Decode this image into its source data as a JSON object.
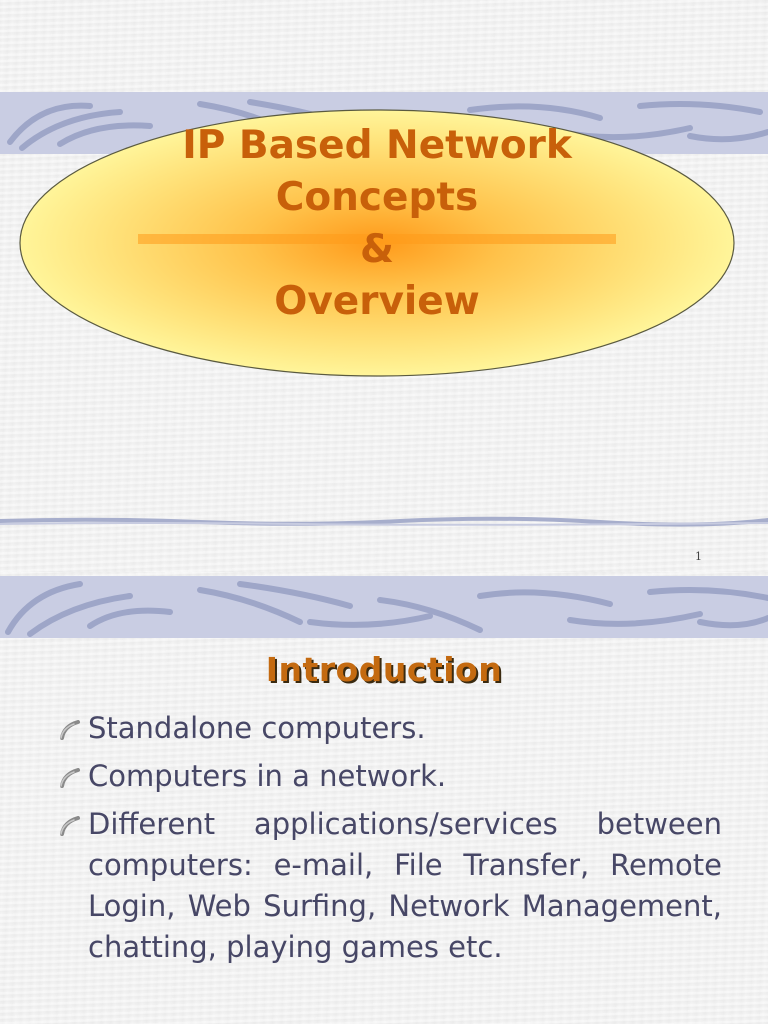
{
  "slide1": {
    "title_lines": [
      "IP Based Network",
      "Concepts",
      "&",
      "Overview"
    ],
    "page_number": "1",
    "colors": {
      "title": "#c8600a",
      "ellipse_outer": "#fff59a",
      "ellipse_inner": "#ff9a1a",
      "decoration": "#aab1d0"
    }
  },
  "slide2": {
    "heading": "Introduction",
    "bullet_icon": "curved-stroke-bullet-icon",
    "bullets": [
      "Standalone computers.",
      "Computers in a network.",
      "Different applications/services between computers: e-mail, File Transfer, Remote Login, Web Surfing, Network Management, chatting, playing games etc."
    ],
    "colors": {
      "heading": "#c46a10",
      "body_text": "#474766"
    }
  }
}
